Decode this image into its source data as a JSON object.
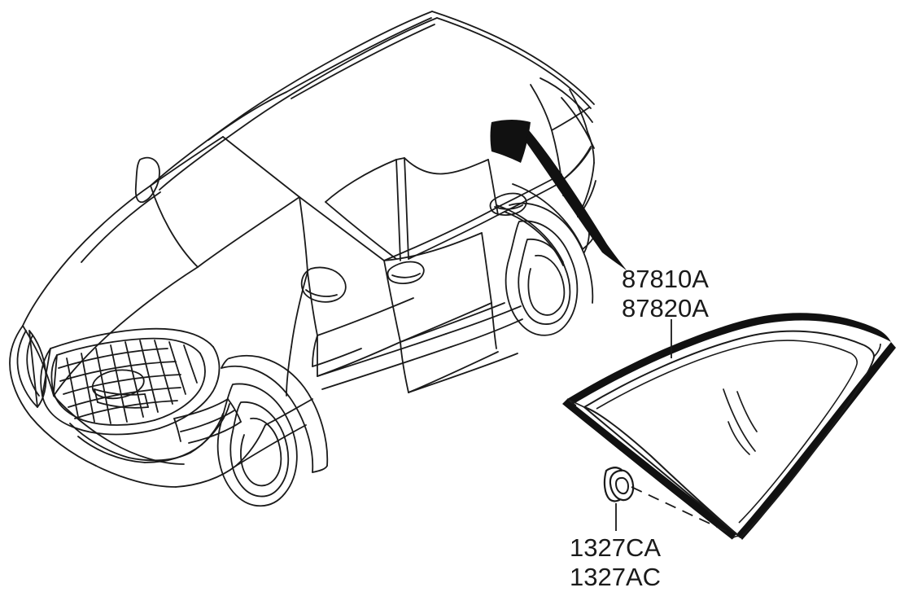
{
  "document": {
    "type": "automotive-parts-diagram",
    "subject": "Rear quarter fix glass and grommet",
    "background_color": "#ffffff",
    "line_color": "#1a1a1a"
  },
  "labels": {
    "quarter_glass_lh": "87810A",
    "quarter_glass_rh": "87820A",
    "grommet_a": "1327CA",
    "grommet_b": "1327AC"
  },
  "parts": [
    {
      "name": "vehicle-illustration",
      "description": "SUV three-quarter front view line drawing"
    },
    {
      "name": "quarter-glass-panel",
      "description": "Triangular rear quarter fixed glass with molding",
      "callouts": [
        "87810A",
        "87820A"
      ]
    },
    {
      "name": "grommet",
      "description": "Cylindrical grommet bushing",
      "callouts": [
        "1327CA",
        "1327AC"
      ]
    },
    {
      "name": "location-pointer",
      "description": "Solid black tapered arrow marking quarter glass position on vehicle"
    }
  ]
}
